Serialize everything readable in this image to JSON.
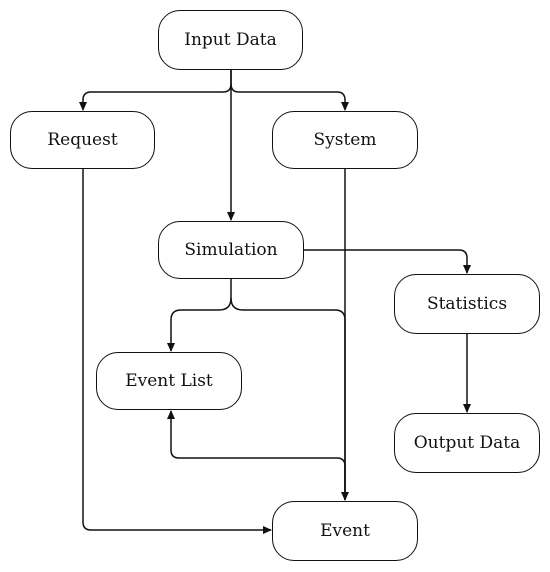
{
  "diagram": {
    "nodes": {
      "input_data": "Input Data",
      "request": "Request",
      "system": "System",
      "simulation": "Simulation",
      "statistics": "Statistics",
      "event_list": "Event List",
      "output_data": "Output Data",
      "event": "Event"
    },
    "edges": [
      {
        "from": "Input Data",
        "to": "Request"
      },
      {
        "from": "Input Data",
        "to": "System"
      },
      {
        "from": "Input Data",
        "to": "Simulation"
      },
      {
        "from": "Simulation",
        "to": "Statistics"
      },
      {
        "from": "Simulation",
        "to": "Event List"
      },
      {
        "from": "Simulation",
        "to": "Event"
      },
      {
        "from": "Statistics",
        "to": "Output Data"
      },
      {
        "from": "Request",
        "to": "Event"
      },
      {
        "from": "System",
        "to": "Event"
      },
      {
        "from": "Event",
        "to": "Event List"
      }
    ],
    "colors": {
      "stroke": "#111111",
      "fill": "#ffffff"
    }
  }
}
